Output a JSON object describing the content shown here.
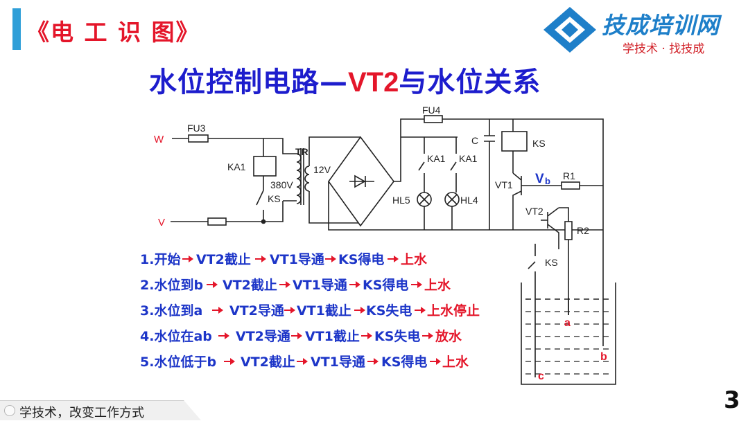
{
  "header": {
    "course_title": "《电 工 识 图》",
    "brand_name": "技成培训网",
    "brand_slogan": "学技术 · 找技成"
  },
  "slide": {
    "title_cn": "水位控制电路—",
    "title_vt": "VT2",
    "title_rest": "与水位关系",
    "page_number": "3"
  },
  "circuit": {
    "labels": {
      "w": "W",
      "v": "V",
      "fu3": "FU3",
      "fu4": "FU4",
      "tr": "TR",
      "v12": "12V",
      "v380": "380V",
      "ka1_coil": "KA1",
      "ks_left": "KS",
      "ka1_a": "KA1",
      "ka1_b": "KA1",
      "hl5": "HL5",
      "hl4": "HL4",
      "c": "C",
      "ks_coil": "KS",
      "vt1": "VT1",
      "vb": "V",
      "vb_sub": "b",
      "r1": "R1",
      "vt2": "VT2",
      "r2": "R2",
      "ks_tank": "KS",
      "a": "a",
      "b": "b",
      "c_probe": "c"
    }
  },
  "steps": [
    {
      "parts": [
        "1.开始",
        "VT2截止",
        "VT1导通",
        "KS得电",
        "上水"
      ]
    },
    {
      "parts": [
        "2.水位到b",
        "VT2截止",
        "VT1导通",
        "KS得电",
        "上水"
      ]
    },
    {
      "parts": [
        "3.水位到a",
        "VT2导通",
        "VT1截止",
        "KS失电",
        "上水停止"
      ]
    },
    {
      "parts": [
        "4.水位在ab",
        "VT2导通",
        "VT1截止",
        "KS失电",
        "放水"
      ]
    },
    {
      "parts": [
        "5.水位低于b",
        "VT2截止",
        "VT1导通",
        "KS得电",
        "上水"
      ]
    }
  ],
  "footer": {
    "text": "学技术，改变工作方式"
  },
  "colors": {
    "accent": "#2f9fd8",
    "title_red": "#e4162a",
    "title_blue": "#1d1dcd",
    "step_blue": "#1c35c8",
    "step_red": "#e4162a",
    "wire": "#222222"
  }
}
